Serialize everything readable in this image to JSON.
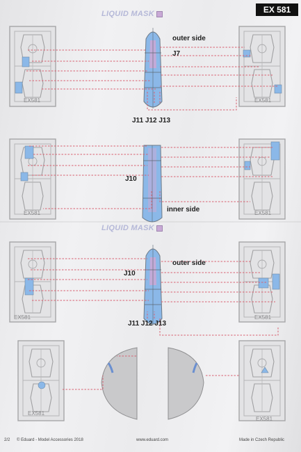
{
  "header": {
    "product_code": "EX 581",
    "liquid_mask_label": "LIQUID MASK"
  },
  "panels": [
    {
      "label_a": "outer side",
      "label_b": "J7",
      "bottom_labels": "J11 J12 J13"
    },
    {
      "label_a": "J10",
      "label_b": "inner side",
      "liquid_mask_label": "LIQUID MASK"
    },
    {
      "label_a": "outer side",
      "label_b": "J10",
      "bottom_labels": "J11 J12 J13"
    }
  ],
  "fret_code": "EX581",
  "footer": {
    "page": "2/2",
    "copyright": "© Eduard - Model Accessories 2018",
    "website": "www.eduard.com",
    "origin": "Made in Czech Republic"
  },
  "colors": {
    "mask_blue": "#8bb8e8",
    "mask_purple": "#c9a9d6",
    "leader_red": "#d86070",
    "frame_gray": "#a9a9ab"
  }
}
